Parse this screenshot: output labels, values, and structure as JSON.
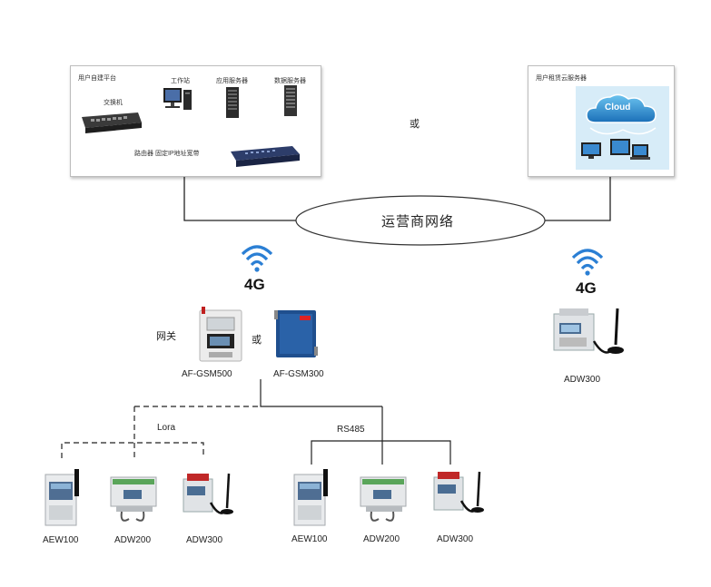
{
  "user_platform": {
    "title": "用户自建平台",
    "switch_label": "交换机",
    "workstation_label": "工作站",
    "app_server_label": "应用服务器",
    "data_server_label": "数据服务器",
    "router_label": "路由器 固定IP地址宽带"
  },
  "or_top": "或",
  "cloud_platform": {
    "title": "用户租赁云服务器",
    "cloud_text": "Cloud"
  },
  "network_label": "运营商网络",
  "left_4g": "4G",
  "right_4g": "4G",
  "gateway_label": "网关",
  "or_gateway": "或",
  "gateway_devices": [
    "AF-GSM500",
    "AF-GSM300"
  ],
  "right_device": "ADW300",
  "lora_label": "Lora",
  "rs485_label": "RS485",
  "lora_devices": [
    "AEW100",
    "ADW200",
    "ADW300"
  ],
  "rs485_devices": [
    "AEW100",
    "ADW200",
    "ADW300"
  ],
  "colors": {
    "wifi_blue": "#2b7fd4",
    "line": "#222222",
    "meter_gray": "#d9dcdf"
  }
}
